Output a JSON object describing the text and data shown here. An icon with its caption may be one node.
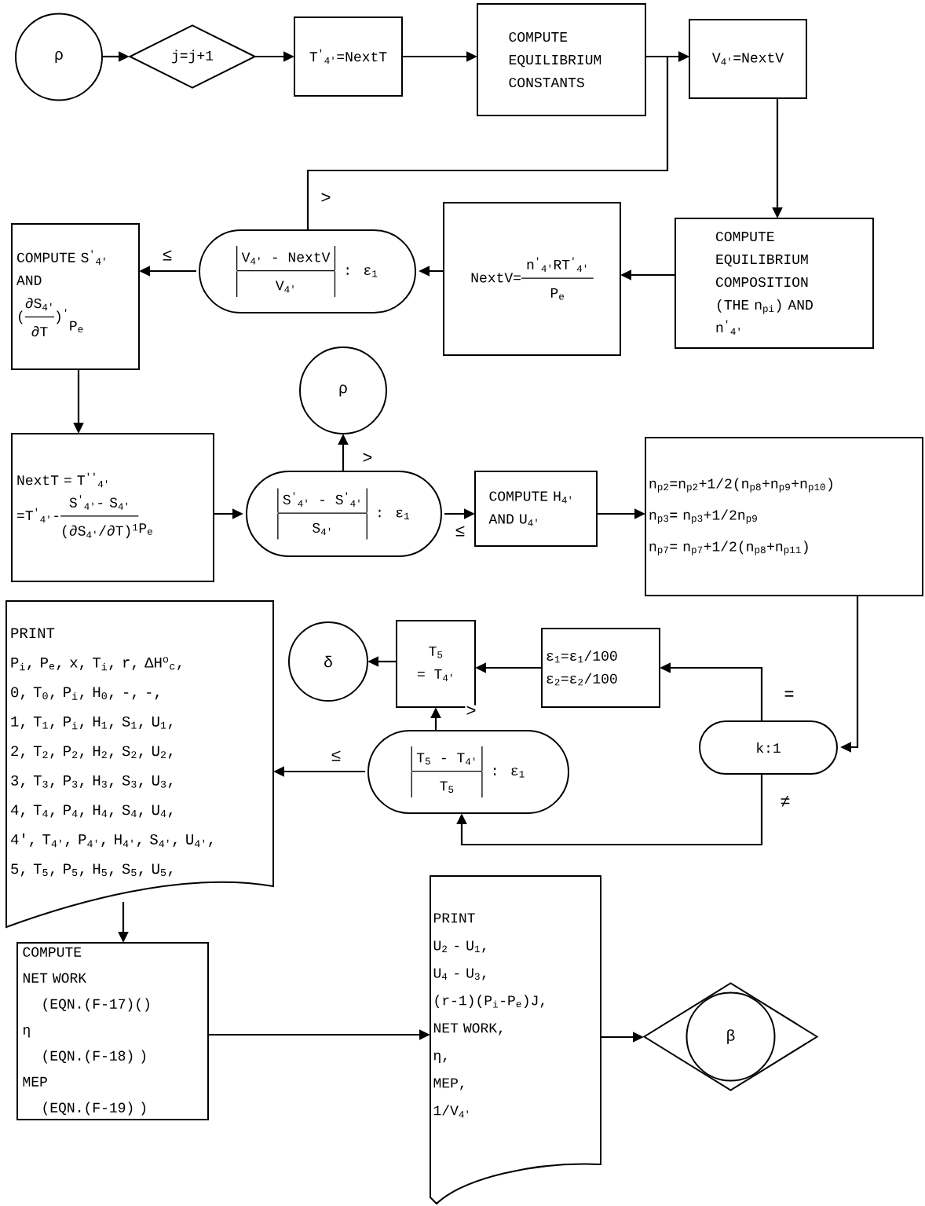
{
  "diagram": {
    "nodes": [
      {
        "text": [
          "ρ"
        ]
      },
      {
        "text": [
          "j=j+1"
        ]
      },
      {
        "text": [
          "T$^{'}$$_{4'}$=NextT"
        ]
      },
      {
        "text": [
          "COMPUTE EQUILIBRIUM CONSTANTS"
        ]
      },
      {
        "text": [
          "V$_{4'}$=NextV"
        ]
      },
      {
        "text": [
          "COMPUTE EQUILIBRIUM COMPOSITION (THE n$_{pi}$) AND n$^{'}$$_{4'}$"
        ]
      },
      {
        "text": [
          "NextV=",
          "n$^{'}$$_{4'}$RT$^{'}$$_{4'}$",
          "P$_{e}$"
        ]
      },
      {
        "text": [
          "V$_{4'}$ - NextV",
          "V$_{4'}$",
          ": ε$_{1}$"
        ]
      },
      {
        "text": [
          "COMPUTE S$^{'}$$_{4'}$ AND",
          "(",
          "∂S$_{4'}$",
          "∂T",
          ")$^{'}$",
          "P$_{e}$"
        ]
      },
      {
        "text": [
          "NextT = T$^{''}$$_{4'}$",
          "=T$^{'}$$_{4'}$-",
          "S$^{'}$$_{4'}$- S$_{4'}$",
          "(∂S$_{4'}$/∂T)$^{1}$",
          "P$_{e}$"
        ]
      },
      {
        "text": [
          "ρ"
        ]
      },
      {
        "text": [
          "S$^{'}$$_{4'}$ - S$^{'}$$_{4'}$",
          "S$_{4'}$",
          ": ε$_{1}$"
        ]
      },
      {
        "text": [
          "COMPUTE H$_{4'}$ AND U$_{4'}$"
        ]
      },
      {
        "text": [
          "n$_{p2}$=n$_{p2}$+1/2(n$_{p8}$+n$_{p9}$+n$_{p10}$)",
          "n$_{p3}$= n$_{p3}$+1/2n$_{p9}$",
          "n$_{p7}$= n$_{p7}$+1/2(n$_{p8}$+n$_{p11}$)"
        ]
      },
      {
        "text": [
          "PRINT",
          "P$_{i}$, P$_{e}$, x, T$_{i}$, r, ΔH$^{o}$$_{c}$,",
          "0, T$_{0}$, P$_{i}$, H$_{0}$, -, -,",
          "1, T$_{1}$, P$_{i}$, H$_{1}$, S$_{1}$, U$_{1}$,",
          "2, T$_{2}$, P$_{2}$, H$_{2}$, S$_{2}$, U$_{2}$,",
          "3, T$_{3}$, P$_{3}$, H$_{3}$, S$_{3}$, U$_{3}$,",
          "4, T$_{4}$, P$_{4}$, H$_{4}$, S$_{4}$, U$_{4}$,",
          "4', T$_{4'}$, P$_{4'}$, H$_{4'}$, S$_{4'}$, U$_{4'}$,",
          "5, T$_{5}$, P$_{5}$, H$_{5}$, S$_{5}$, U$_{5}$,"
        ]
      },
      {
        "text": [
          "δ"
        ]
      },
      {
        "text": [
          "T$_{5}$",
          "= T$_{4'}$"
        ]
      },
      {
        "text": [
          "T$_{5}$ - T$_{4'}$",
          "T$_{5}$",
          ": ε$_{1}$"
        ]
      },
      {
        "text": [
          "ε$_{1}$=ε$_{1}$/100",
          "ε$_{2}$=ε$_{2}$/100"
        ]
      },
      {
        "text": [
          "k:1"
        ]
      },
      {
        "text": [
          "COMPUTE NET WORK",
          "(EQN.(F-17)()",
          "η",
          "(EQN.(F-18) )",
          "MEP",
          "(EQN.(F-19) )"
        ]
      },
      {
        "text": [
          "PRINT",
          "U$_{2}$ - U$_{1}$,",
          "U$_{4}$ - U$_{3}$,",
          "(r-1)(P$_{i}$-P$_{e}$)J,",
          "NET WORK,",
          "η,",
          "MEP,",
          "1/V$_{4'}$"
        ]
      },
      {
        "text": [
          "β"
        ]
      }
    ],
    "edges": [
      {
        "from": 0,
        "to": 1,
        "arrow": "to"
      },
      {
        "from": 1,
        "to": 2,
        "arrow": "to"
      },
      {
        "from": 2,
        "to": 3,
        "arrow": "to"
      },
      {
        "from": 3,
        "to": 4,
        "arrow": "to"
      },
      {
        "from": 4,
        "to": 5,
        "arrow": "to"
      },
      {
        "from": 5,
        "to": 6,
        "arrow": "to"
      },
      {
        "from": 6,
        "to": 7,
        "arrow": "to"
      },
      {
        "from": 7,
        "to": 8,
        "arrow": "to",
        "label": "≤"
      },
      {
        "from": 7,
        "to": 4,
        "arrow": "to",
        "label": ">"
      },
      {
        "from": 8,
        "to": 9,
        "arrow": "to"
      },
      {
        "from": 9,
        "to": 11,
        "arrow": "to"
      },
      {
        "from": 11,
        "to": 10,
        "arrow": "to",
        "label": ">"
      },
      {
        "from": 11,
        "to": 12,
        "arrow": "to",
        "label": "≤"
      },
      {
        "from": 12,
        "to": 13,
        "arrow": "to"
      },
      {
        "from": 13,
        "to": 19,
        "arrow": "to"
      },
      {
        "from": 19,
        "to": 18,
        "arrow": "to",
        "label": "="
      },
      {
        "from": 18,
        "to": 16,
        "arrow": "to"
      },
      {
        "from": 16,
        "to": 15,
        "arrow": "to"
      },
      {
        "from": 17,
        "to": 16,
        "arrow": "to",
        "label": ">"
      },
      {
        "from": 19,
        "to": 17,
        "arrow": "to",
        "label": "≠"
      },
      {
        "from": 17,
        "to": 14,
        "arrow": "to",
        "label": "≤"
      },
      {
        "from": 14,
        "to": 20,
        "arrow": "to"
      },
      {
        "from": 20,
        "to": 21,
        "arrow": "to"
      },
      {
        "from": 21,
        "to": 22,
        "arrow": "to"
      }
    ]
  }
}
